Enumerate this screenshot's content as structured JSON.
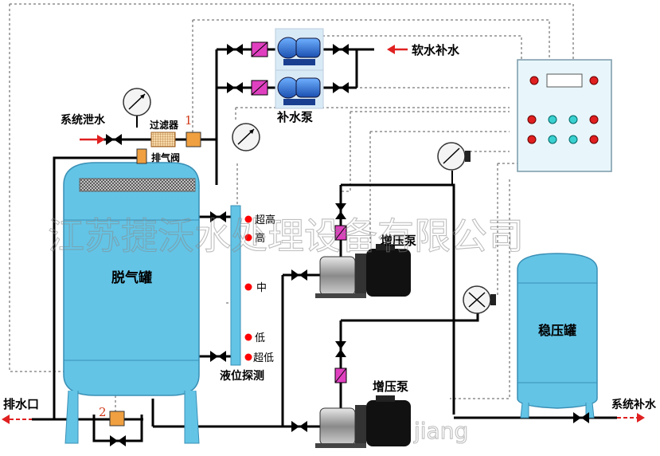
{
  "labels": {
    "deaerator_tank": "脱气罐",
    "surge_tank": "稳压罐",
    "makeup_pump": "补水泵",
    "booster_pump_1": "增压泵",
    "booster_pump_2": "增压泵",
    "soft_water_inlet": "软水补水",
    "system_relief": "系统泄水",
    "filter": "过滤器",
    "vent_valve": "排气阀",
    "drain_outlet": "排水口",
    "system_makeup": "系统补水",
    "level_probe": "液位探测",
    "level_super_high": "超高",
    "level_high": "高",
    "level_mid": "中",
    "level_low": "低",
    "level_super_low": "超低",
    "marker_1": "1",
    "marker_2": "2"
  },
  "watermark": "江苏捷沃水处理设备有限公司",
  "watermark_url_fragment": "jiang",
  "colors": {
    "tank_fill": "#63c4e6",
    "tank_stroke": "#3a8fb5",
    "pipe": "#000000",
    "signal_line": "#555555",
    "arrow": "#e02020",
    "filter_fill": "#f0a040",
    "marker": "#d23a1a",
    "level_point": "#ff0000",
    "panel_fill": "#e8f6fb",
    "panel_button_red": "#e02020",
    "panel_button_cyan": "#3ad0d0",
    "flowmeter": "#e040c0"
  }
}
